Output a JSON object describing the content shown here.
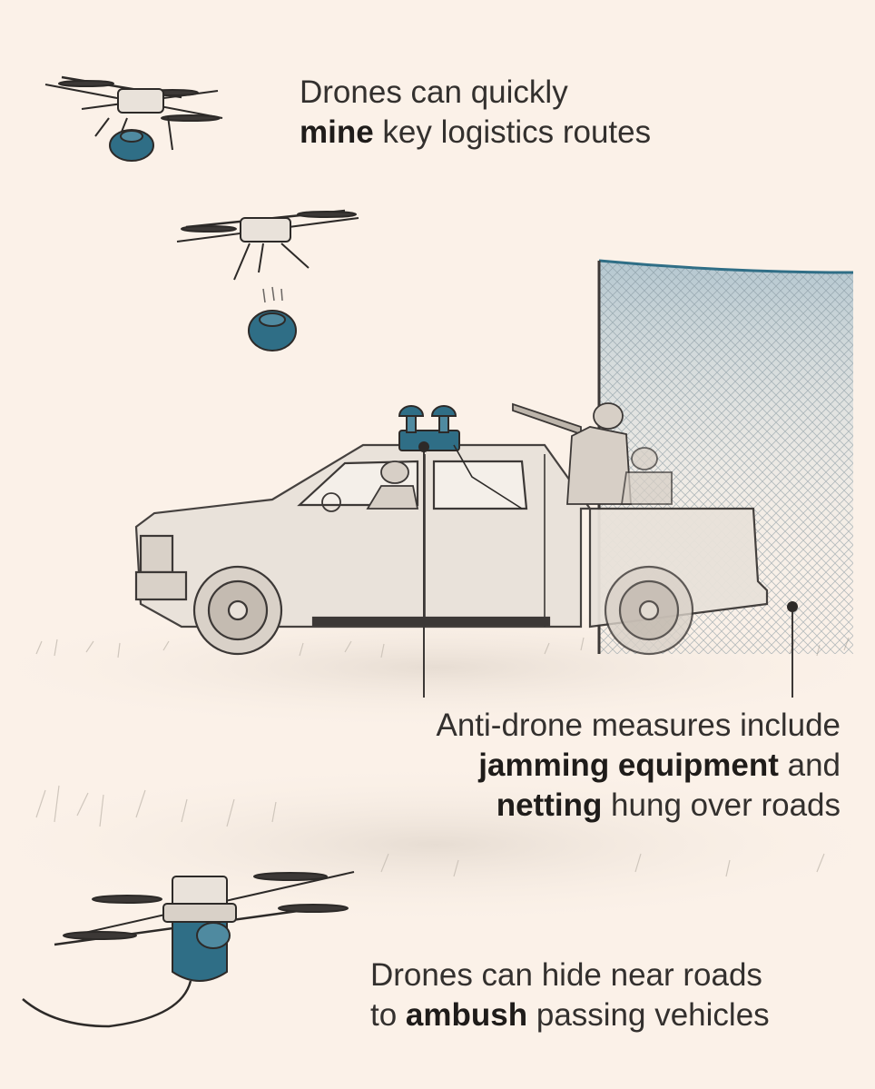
{
  "captions": {
    "mine_routes": {
      "line1": "Drones can quickly",
      "line2_bold": "mine",
      "line2_rest": " key logistics routes"
    },
    "anti_drone": {
      "line1": "Anti-drone measures include",
      "line2_bold": "jamming equipment",
      "line2_rest": " and",
      "line3_bold": "netting",
      "line3_rest": " hung over roads"
    },
    "ambush": {
      "line1": "Drones can hide near roads",
      "line2_prefix": "to ",
      "line2_bold": "ambush",
      "line2_rest": " passing vehicles"
    }
  },
  "colors": {
    "background": "#fbf1e8",
    "accent_teal": "#2f6e86",
    "ink": "#33302e",
    "truck_fill": "#e9e2da",
    "net_top": "#9fb9c6"
  }
}
